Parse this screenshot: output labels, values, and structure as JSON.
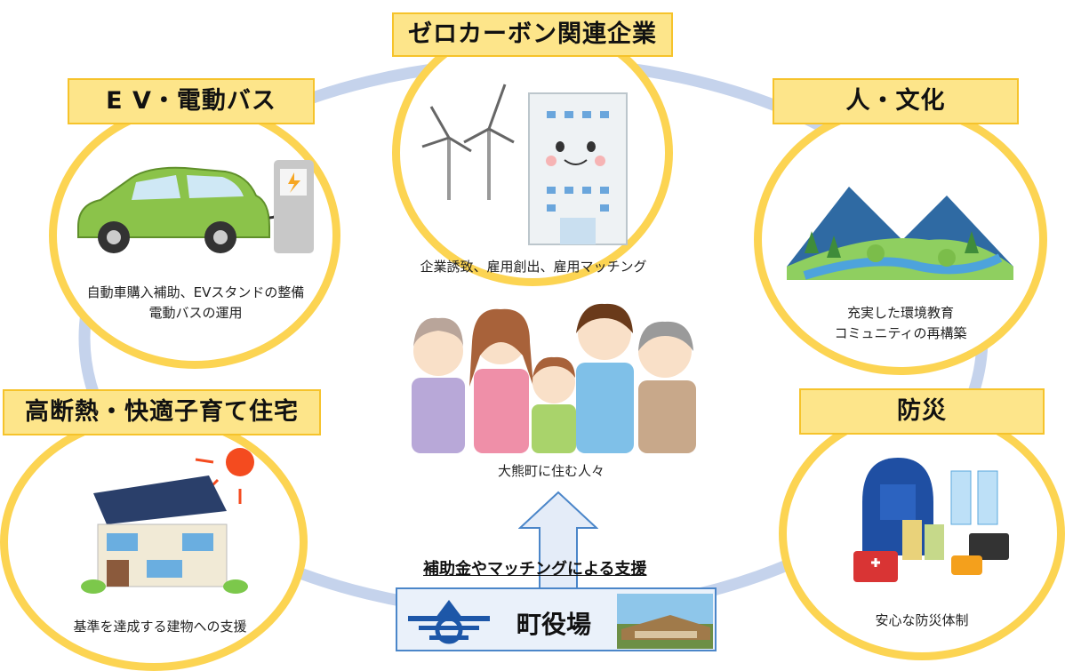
{
  "nodes": {
    "zero_carbon": {
      "title": "ゼロカーボン関連企業",
      "caption": "企業誘致、雇用創出、雇用マッチング"
    },
    "ev": {
      "title": "E V・電動バス",
      "caption_line1": "自動車購入補助、EVスタンドの整備",
      "caption_line2": "電動バスの運用"
    },
    "culture": {
      "title": "人・文化",
      "caption_line1": "充実した環境教育",
      "caption_line2": "コミュニティの再構築"
    },
    "housing": {
      "title": "高断熱・快適子育て住宅",
      "caption": "基準を達成する建物への支援"
    },
    "disaster": {
      "title": "防災",
      "caption": "安心な防災体制"
    }
  },
  "center": {
    "caption": "大熊町に住む人々"
  },
  "support": {
    "label": "補助金やマッチングによる支援"
  },
  "townhall": {
    "label": "町役場"
  },
  "colors": {
    "ring": "#fcd452",
    "label_fill": "#fde58a",
    "cycle": "#c9d6ee",
    "arrow": "#4b86c9"
  }
}
